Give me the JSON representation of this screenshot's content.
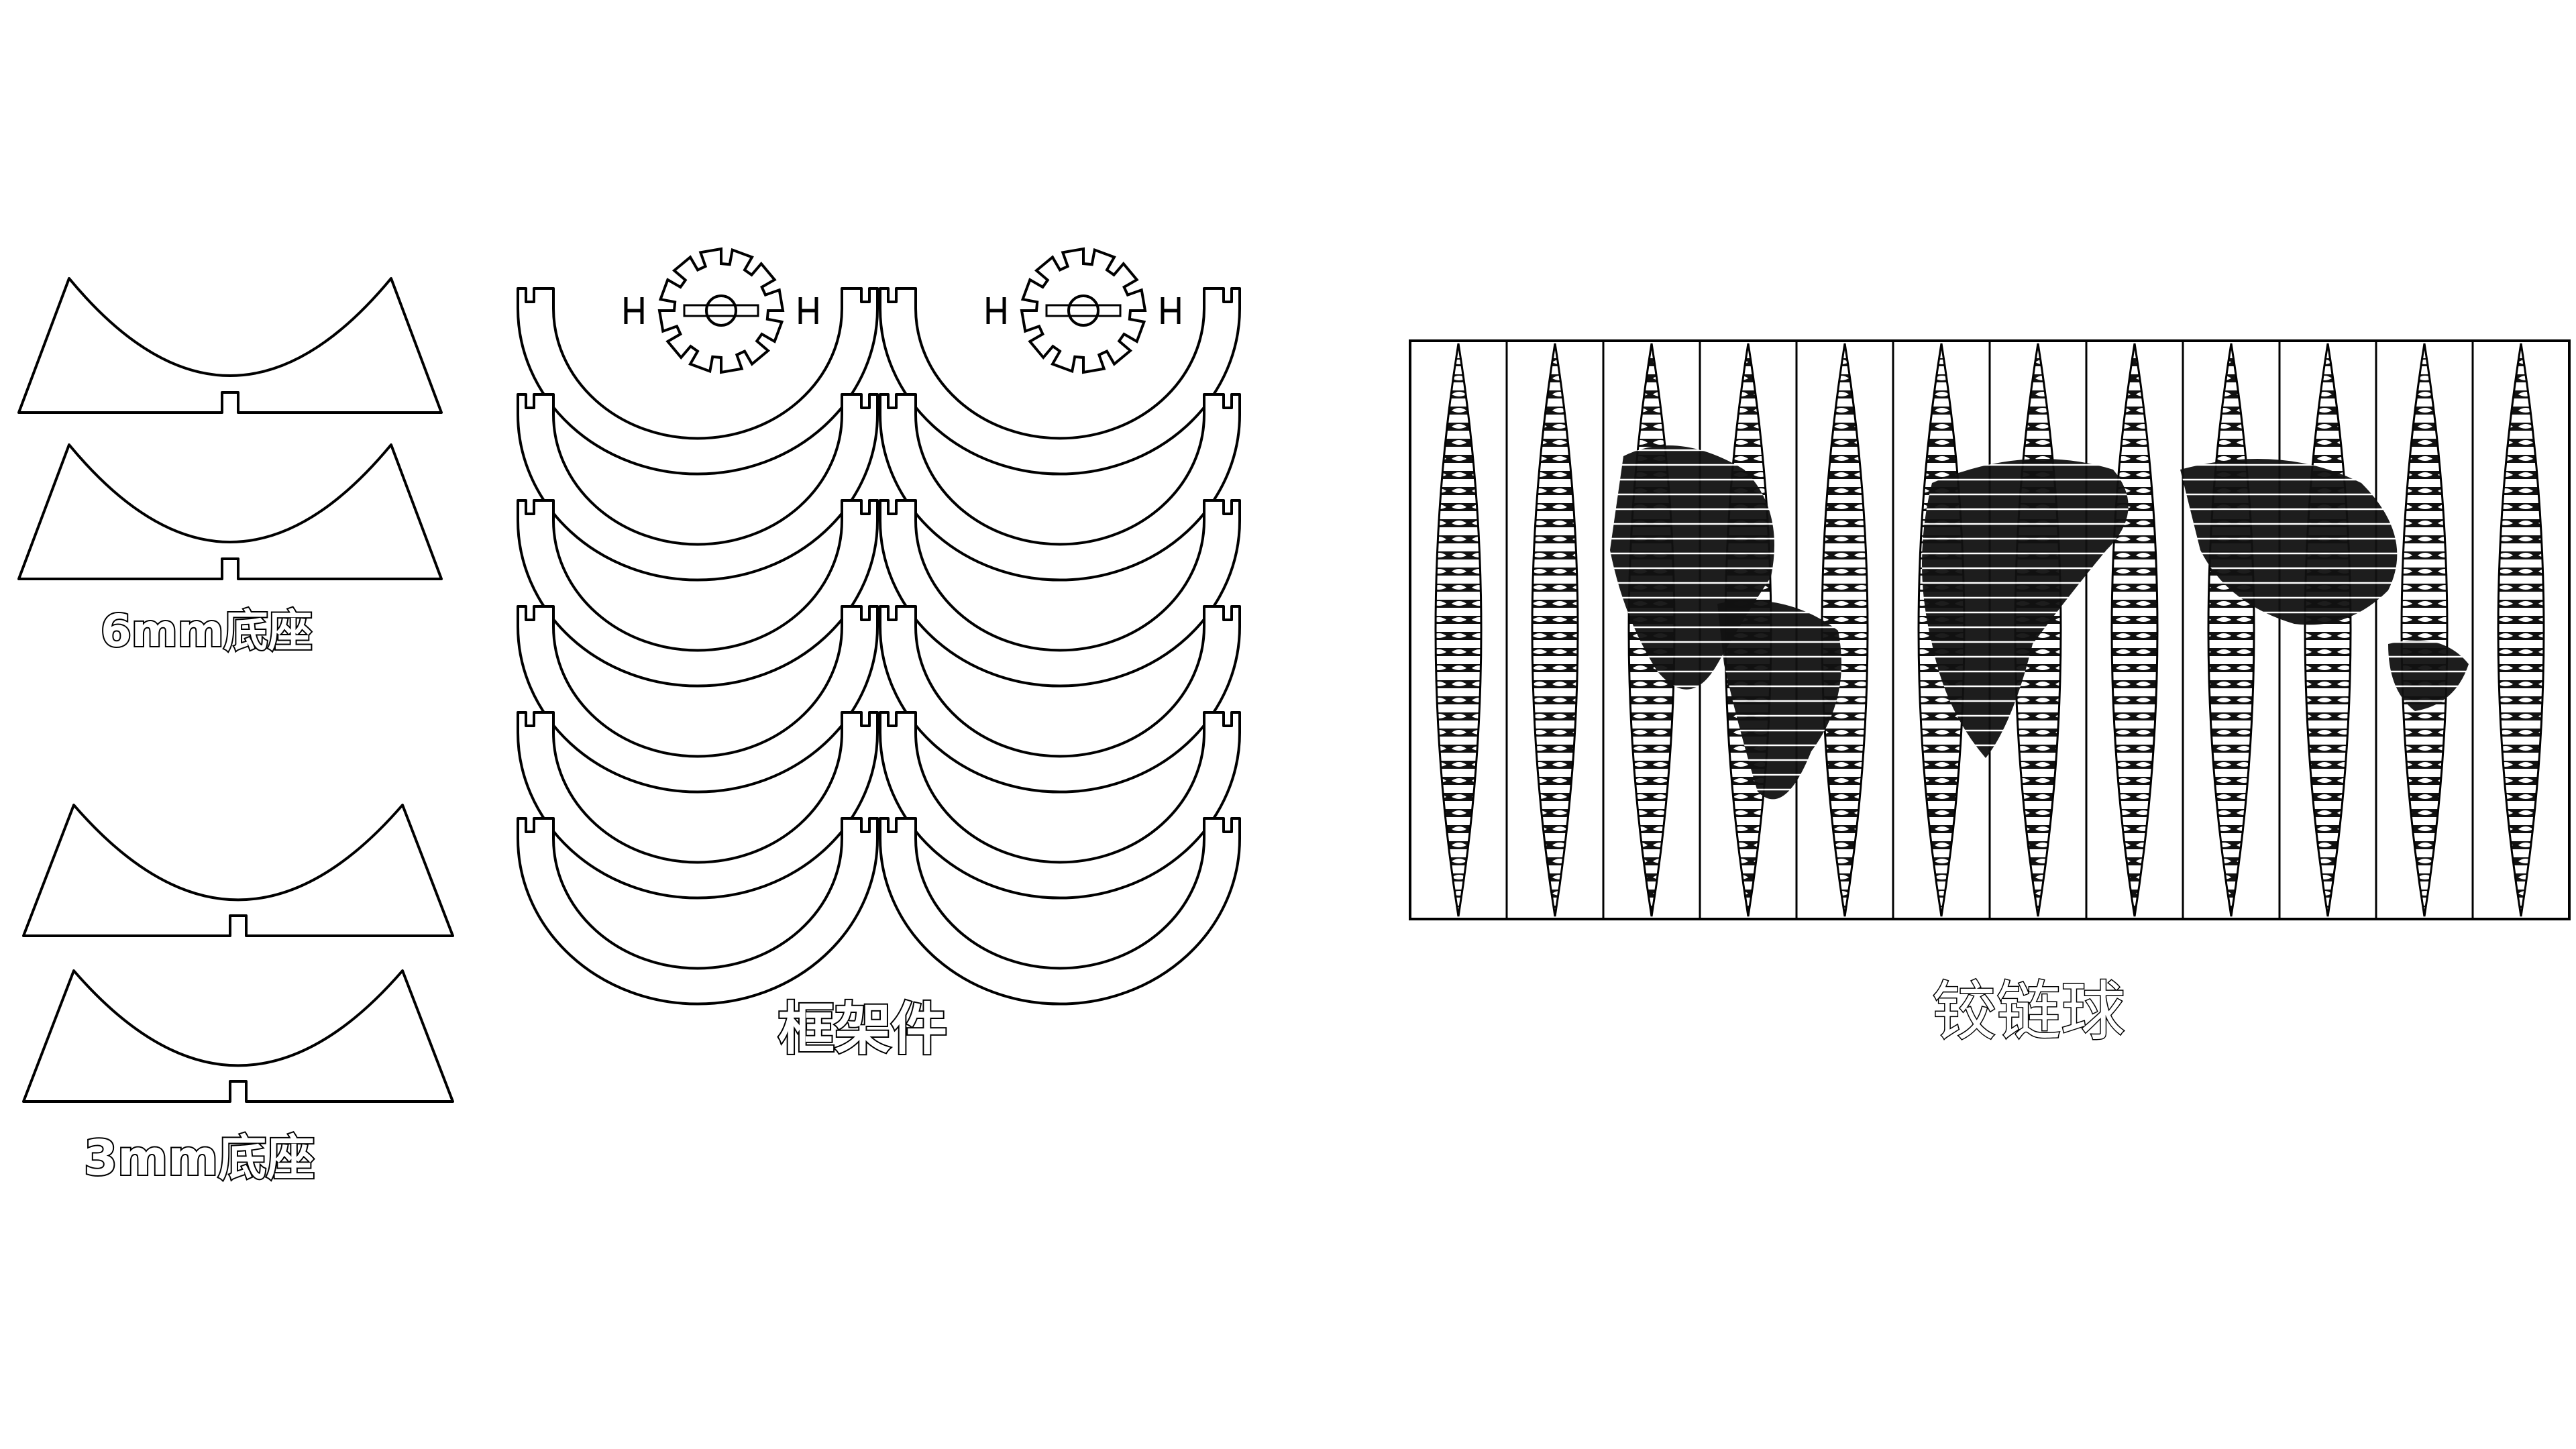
{
  "labels": {
    "base_6mm": "6mm底座",
    "base_3mm": "3mm底座",
    "frame_parts": "框架件",
    "hinge_ball": "铰链球"
  },
  "colors": {
    "stroke": "#000000",
    "background": "#ffffff",
    "fill": "#111111"
  },
  "layout": {
    "frame_columns": 2,
    "frame_rows": 6,
    "gore_count": 12
  }
}
